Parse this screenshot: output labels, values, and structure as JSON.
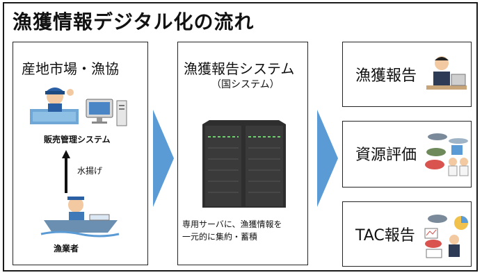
{
  "title": "漁獲情報デジタル化の流れ",
  "left": {
    "heading": "産地市場・漁協",
    "system_label": "販売管理システム",
    "arrow_label": "水揚げ",
    "fisher_label": "漁業者"
  },
  "middle": {
    "heading": "漁獲報告システム",
    "subheading": "（国システム）",
    "desc_line1": "専用サーバに、漁獲情報を",
    "desc_line2": "一元的に集約・蓄積"
  },
  "right": {
    "items": [
      {
        "label": "漁獲報告",
        "icon": "person-at-laptop-icon"
      },
      {
        "label": "資源評価",
        "icon": "scientists-with-fish-icon"
      },
      {
        "label": "TAC報告",
        "icon": "analyst-with-charts-icon"
      }
    ]
  },
  "colors": {
    "flow_arrow": "#5b9bd5",
    "server": "#3a3a3a"
  }
}
